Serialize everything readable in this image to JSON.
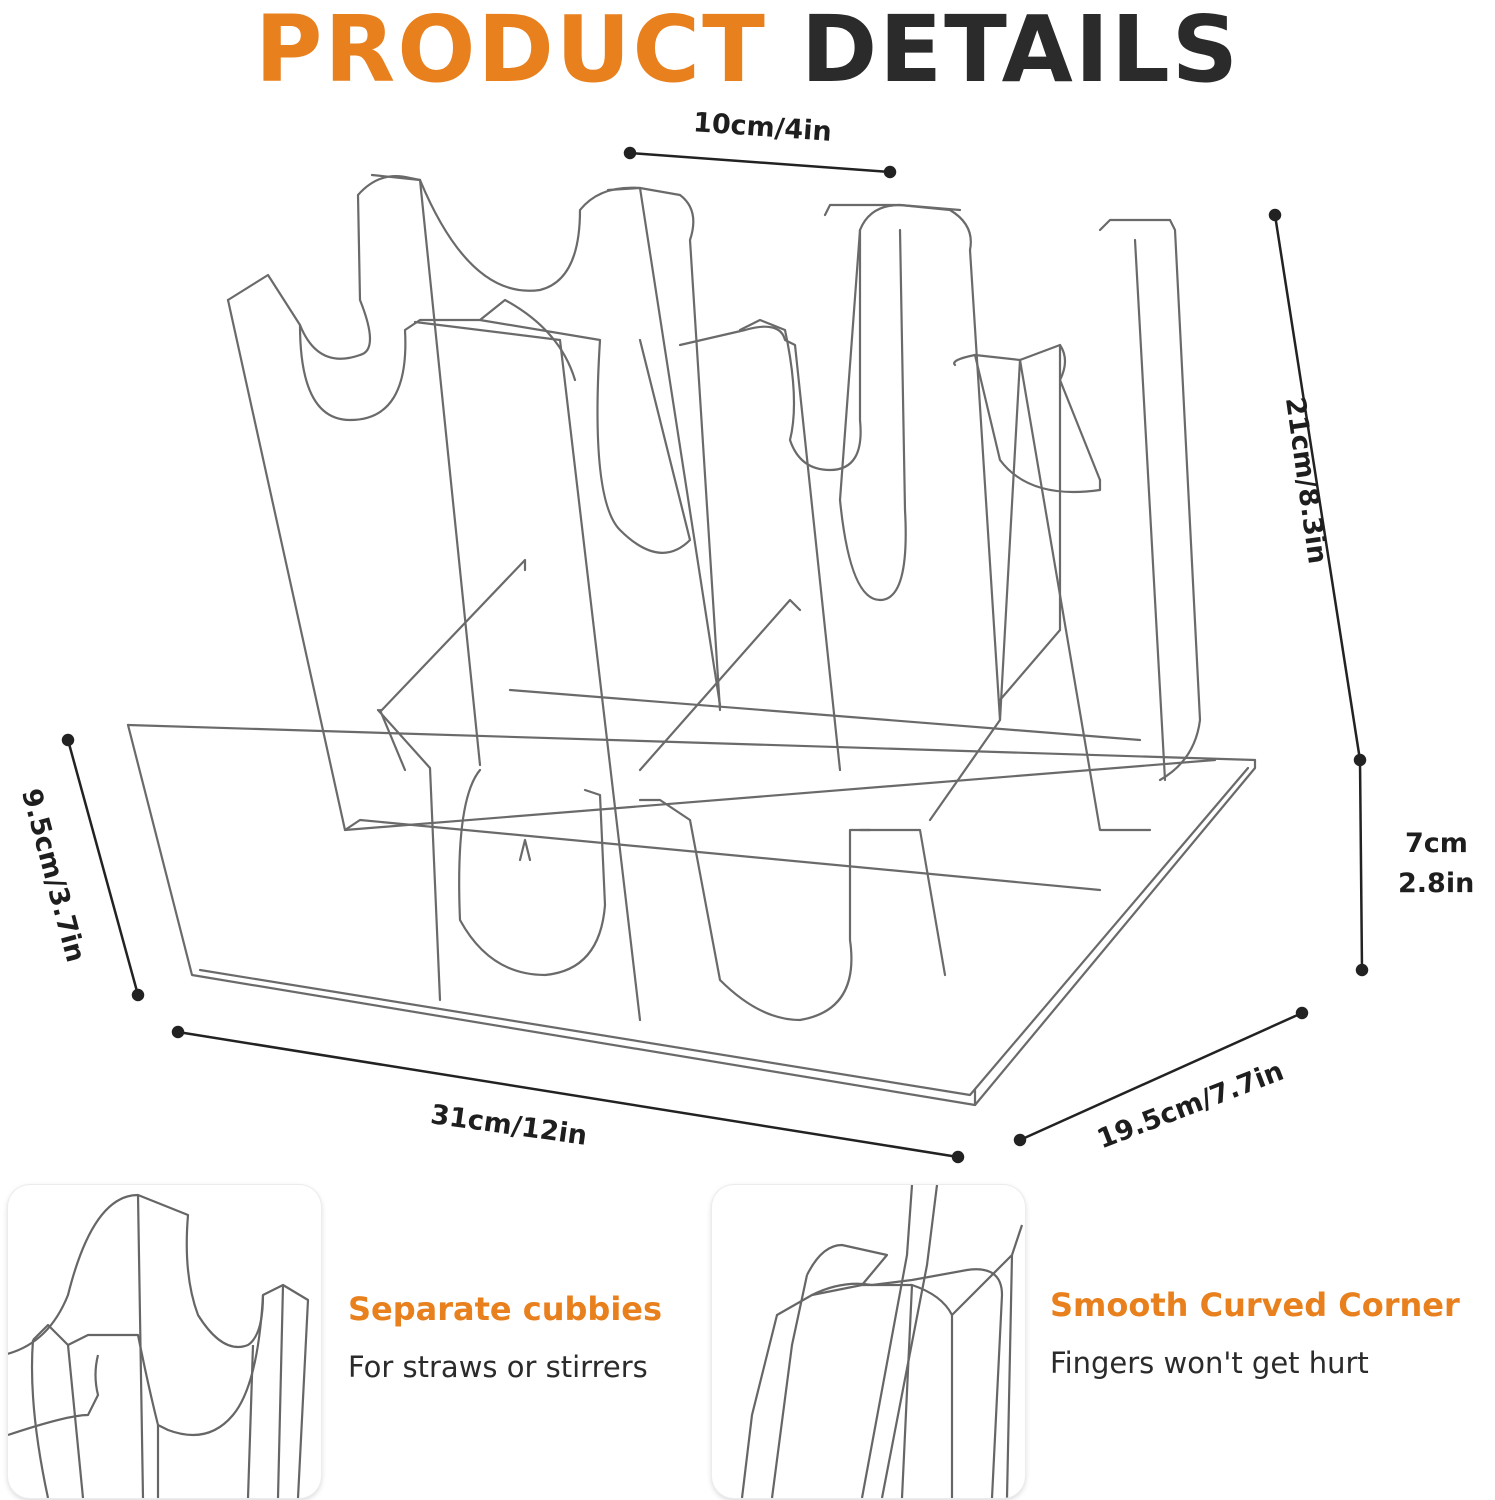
{
  "header": {
    "title_word1": "PRODUCT",
    "title_word2": "DETAILS"
  },
  "colors": {
    "accent": "#e8801e",
    "dark_text": "#2b2b2b",
    "outline": "#555555"
  },
  "dimensions": {
    "top_width": "10cm/4in",
    "total_height": "21cm/8.3in",
    "front_height": "9.5cm/3.7in",
    "base_height_cm": "7cm",
    "base_height_in": "2.8in",
    "length": "31cm/12in",
    "depth": "19.5cm/7.7in"
  },
  "features": [
    {
      "title": "Separate cubbies",
      "subtitle": "For straws or stirrers"
    },
    {
      "title": "Smooth Curved Corner",
      "subtitle": "Fingers won't get hurt"
    }
  ]
}
